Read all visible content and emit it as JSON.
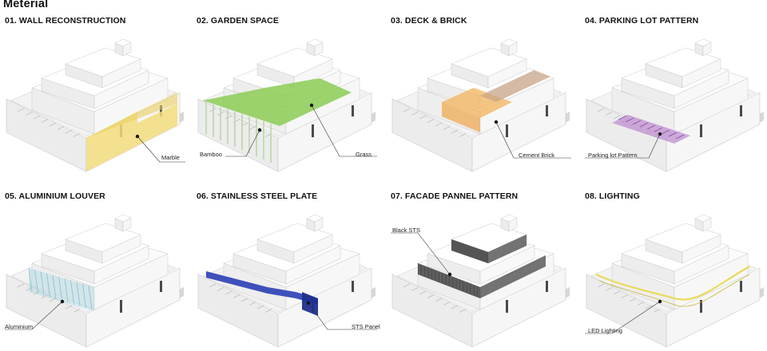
{
  "page_title": "Meterial",
  "panels": [
    {
      "title": "01. WALL RECONSTRUCTION",
      "labels": [
        "Marble"
      ]
    },
    {
      "title": "02. GARDEN SPACE",
      "labels": [
        "Bamboo",
        "Grass"
      ]
    },
    {
      "title": "03. DECK & BRICK",
      "labels": [
        "Cement Brick"
      ]
    },
    {
      "title": "04. PARKING LOT PATTERN",
      "labels": [
        "Parking lot Pattern"
      ]
    },
    {
      "title": "05. ALUMINIUM LOUVER",
      "labels": [
        "Aluminium"
      ]
    },
    {
      "title": "06. STAINLESS STEEL PLATE",
      "labels": [
        "STS Panel"
      ]
    },
    {
      "title": "07. FACADE PANNEL PATTERN",
      "labels": [
        "Black STS"
      ]
    },
    {
      "title": "08. LIGHTING",
      "labels": [
        "LED Lighting"
      ]
    }
  ],
  "colors": {
    "marble": "#f3dd7c",
    "bamboo": "#b9d7a8",
    "grass": "#8ccc55",
    "cement_brick": "#f3b35c",
    "wood_deck": "#c9a78a",
    "parking_pattern": "#bf8fd0",
    "aluminium": "#9fd3e0",
    "sts_panel": "#2a3fb5",
    "black_sts": "#3a3a3a",
    "led": "#e9da5a"
  }
}
